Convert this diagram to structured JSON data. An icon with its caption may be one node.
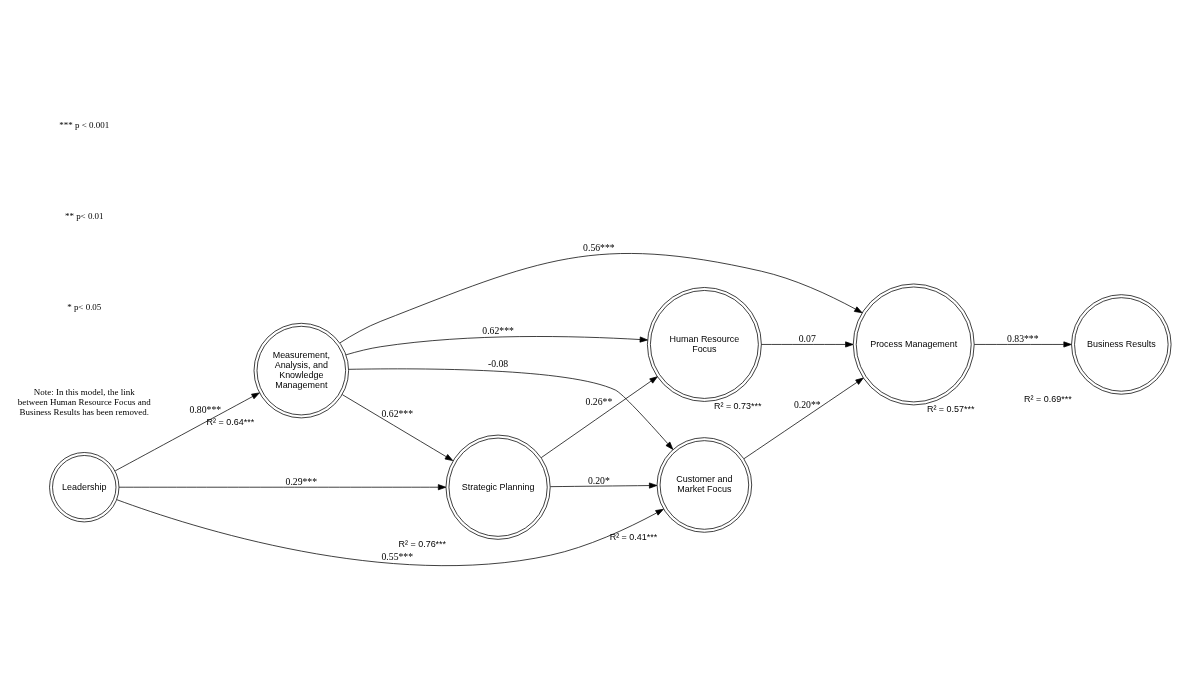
{
  "diagram": {
    "nodes": [
      {
        "text": [
          "Leadership"
        ]
      },
      {
        "text": [
          "Measurement, Analysis, and Knowledge Management"
        ],
        "beside": [
          "R² = 0.64***"
        ]
      },
      {
        "text": [
          "Strategic Planning"
        ],
        "beside": [
          "R² = 0.76***"
        ]
      },
      {
        "text": [
          "Human Resource Focus"
        ],
        "beside": [
          "R² = 0.73***"
        ]
      },
      {
        "text": [
          "Customer and Market Focus"
        ],
        "beside": [
          "R² = 0.41***"
        ]
      },
      {
        "text": [
          "Process Management"
        ],
        "beside": [
          "R² = 0.57***"
        ]
      },
      {
        "text": [
          "Business Results"
        ],
        "beside": [
          "R² = 0.69***"
        ]
      }
    ],
    "edges": [
      {
        "from": 0,
        "to": 2,
        "arrow": "to",
        "label": "0.29***"
      },
      {
        "from": 1,
        "to": 2,
        "arrow": "to",
        "label": "0.62***"
      },
      {
        "from": 0,
        "to": 1,
        "arrow": "to",
        "label": "0.80***"
      },
      {
        "from": 1,
        "to": 3,
        "arrow": "to",
        "label": "0.62***"
      },
      {
        "from": 2,
        "to": 3,
        "arrow": "to",
        "label": "0.26**"
      },
      {
        "from": 2,
        "to": 4,
        "arrow": "to",
        "label": "0.20*"
      },
      {
        "from": 3,
        "to": 5,
        "arrow": "to",
        "label": "0.07"
      },
      {
        "from": 0,
        "to": 4,
        "arrow": "to",
        "label": "0.55***"
      },
      {
        "from": 1,
        "to": 4,
        "arrow": "to",
        "label": "-0.08"
      },
      {
        "from": 1,
        "to": 5,
        "arrow": "to",
        "label": "0.56***"
      },
      {
        "from": 4,
        "to": 5,
        "arrow": "to",
        "label": "0.20**"
      },
      {
        "from": 5,
        "to": 6,
        "arrow": "to",
        "label": "0.83***"
      }
    ],
    "labels": [
      "*** p < 0.001",
      "** p< 0.01",
      "* p< 0.05",
      "Note: In this model, the link between Human Resource Focus and Business Results has been removed."
    ]
  }
}
